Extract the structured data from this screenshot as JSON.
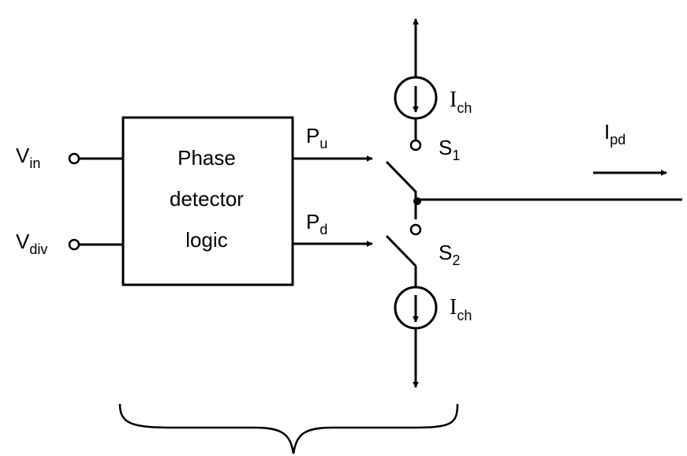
{
  "diagram": {
    "inputs": {
      "vin": {
        "main": "V",
        "sub": "in"
      },
      "vdiv": {
        "main": "V",
        "sub": "div"
      }
    },
    "block": {
      "line1": "Phase",
      "line2": "detector",
      "line3": "logic"
    },
    "signals": {
      "pu": {
        "main": "P",
        "sub": "u"
      },
      "pd": {
        "main": "P",
        "sub": "d"
      }
    },
    "switches": {
      "s1": {
        "main": "S",
        "sub": "1"
      },
      "s2": {
        "main": "S",
        "sub": "2"
      }
    },
    "sources": {
      "top": {
        "main": "I",
        "sub": "ch"
      },
      "bottom": {
        "main": "I",
        "sub": "ch"
      }
    },
    "output": {
      "main": "I",
      "sub": "pd"
    }
  }
}
